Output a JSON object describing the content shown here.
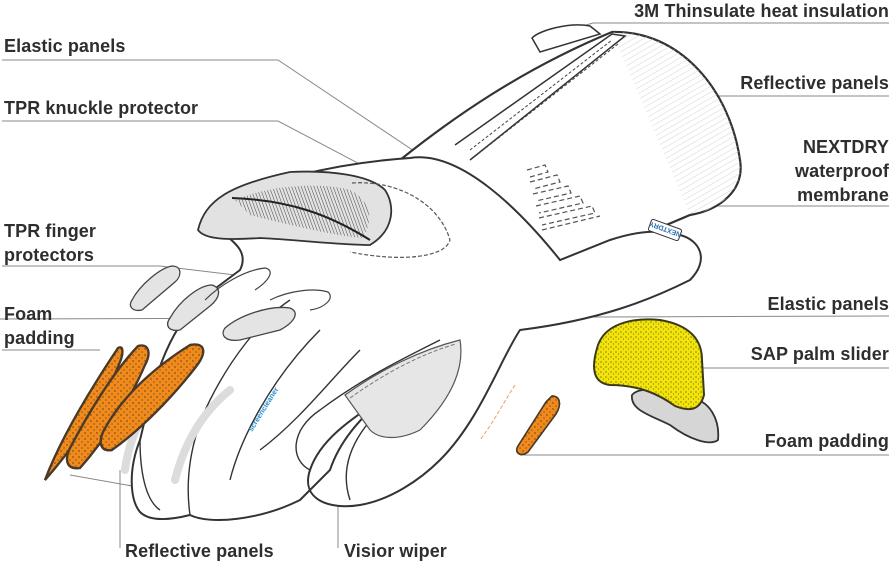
{
  "diagram": {
    "subject": "Motorcycle glove exploded view",
    "colors": {
      "outline": "#333333",
      "leader": "#777777",
      "foam_orange": "#f08a1c",
      "sap_yellow": "#f2e30a",
      "panel_gray": "#d6d6d6",
      "light_gray": "#e6e6e6",
      "brand_blue": "#2a8fd0"
    },
    "labels": {
      "thinsulate": "3M Thinsulate heat insulation",
      "elastic_panels_top": "Elastic panels",
      "reflective_panels_top": "Reflective panels",
      "tpr_knuckle": "TPR knuckle protector",
      "nextdry_line1": "NEXTDRY",
      "nextdry_line2": "waterproof",
      "nextdry_line3": "membrane",
      "tpr_finger_line1": "TPR finger",
      "tpr_finger_line2": "protectors",
      "foam_left_line1": "Foam",
      "foam_left_line2": "padding",
      "elastic_panels_right": "Elastic panels",
      "sap_palm": "SAP palm slider",
      "foam_right": "Foam padding",
      "reflective_panels_bottom": "Reflective panels",
      "visior_wiper": "Visior wiper"
    },
    "glove_prints": {
      "finger_brand": "screencleaner",
      "tag_brand": "NEXTDRY"
    }
  }
}
